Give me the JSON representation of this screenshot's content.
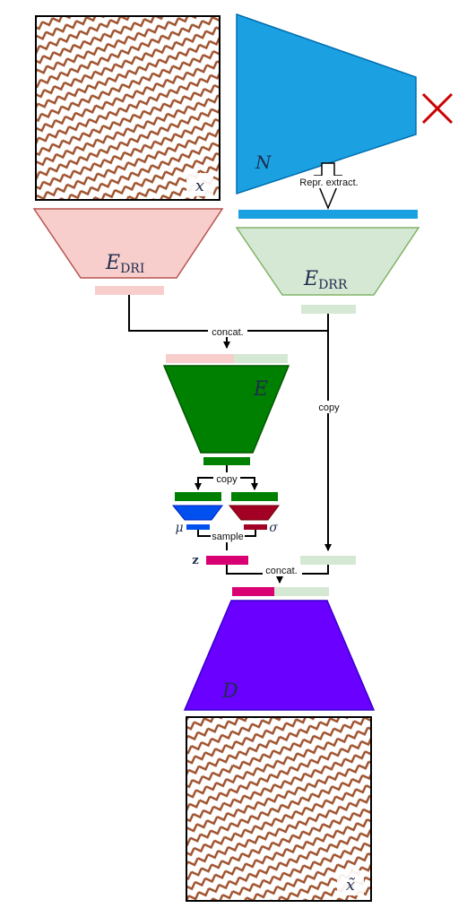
{
  "labels": {
    "input_image": "x",
    "network": "N",
    "repr_extract": "Repr. extract.",
    "enc_dri_main": "E",
    "enc_dri_sub": "DRI",
    "enc_drr_main": "E",
    "enc_drr_sub": "DRR",
    "concat_top": "concat.",
    "copy_side": "copy",
    "encoder": "E",
    "copy_mid": "copy",
    "mu": "μ",
    "sigma": "σ",
    "sample": "sample",
    "z": "z",
    "concat_bottom": "concat.",
    "decoder": "D",
    "output_image": "x̃"
  },
  "colors": {
    "network": "#1ba1e2",
    "enc_dri": "#f8cecc",
    "enc_dri_stroke": "#b85450",
    "enc_drr": "#d5e8d4",
    "enc_drr_stroke": "#82b366",
    "encoder": "#008000",
    "mu_head": "#0050ef",
    "sigma_head": "#a20025",
    "z_code": "#d80073",
    "decoder": "#6a00ff",
    "discard_cross": "#cc0000",
    "texture_stripe": "#a0522d"
  },
  "icons": {
    "discard": "cross-icon",
    "extract_arrow": "hollow-down-arrow-icon"
  }
}
